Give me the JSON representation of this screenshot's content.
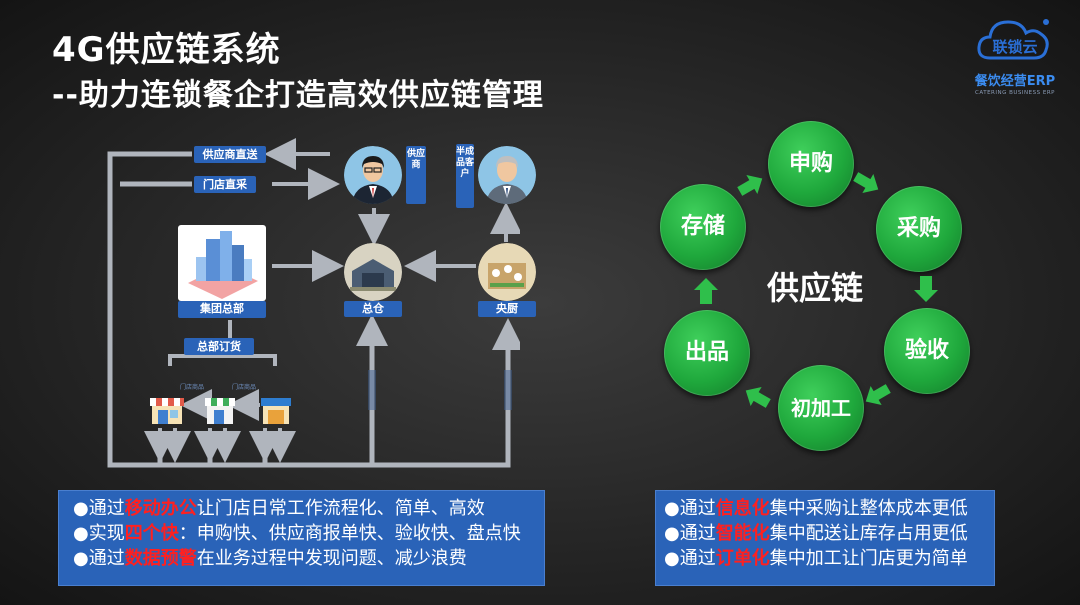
{
  "title": {
    "line1": "4G供应链系统",
    "line2": "--助力连锁餐企打造高效供应链管理"
  },
  "logo": {
    "name": "联锁云",
    "subtitle": "餐饮经营ERP",
    "tagline": "CATERING BUSINESS ERP",
    "color": "#2a6fd6"
  },
  "flow": {
    "supplier_direct": "供应商直送",
    "store_direct": "门店直采",
    "supplier": "供应商",
    "semi_customer": "半成品客户",
    "group_hq": "集团总部",
    "warehouse": "总仓",
    "central_kitchen": "央厨",
    "hq_order": "总部订货",
    "shop_label_1": "门店商品",
    "shop_label_2": "门店商品",
    "accent": "#2a63b8"
  },
  "left_box": {
    "lines": [
      {
        "pre": "●通过",
        "hl": "移动办公",
        "post": "让门店日常工作流程化、简单、高效"
      },
      {
        "pre": "●实现",
        "hl": "四个快",
        "post": "：申购快、供应商报单快、验收快、盘点快"
      },
      {
        "pre": "●通过",
        "hl": "数据预警",
        "post": "在业务过程中发现问题、减少浪费"
      }
    ]
  },
  "right_box": {
    "lines": [
      {
        "pre": "●通过",
        "hl": "信息化",
        "post": "集中采购让整体成本更低"
      },
      {
        "pre": "●通过",
        "hl": "智能化",
        "post": "集中配送让库存占用更低"
      },
      {
        "pre": "●通过",
        "hl": "订单化",
        "post": "集中加工让门店更为简单"
      }
    ]
  },
  "cycle": {
    "center": "供应链",
    "nodes": [
      "申购",
      "采购",
      "验收",
      "初加工",
      "出品",
      "存储"
    ],
    "color": "#1fa83c"
  }
}
